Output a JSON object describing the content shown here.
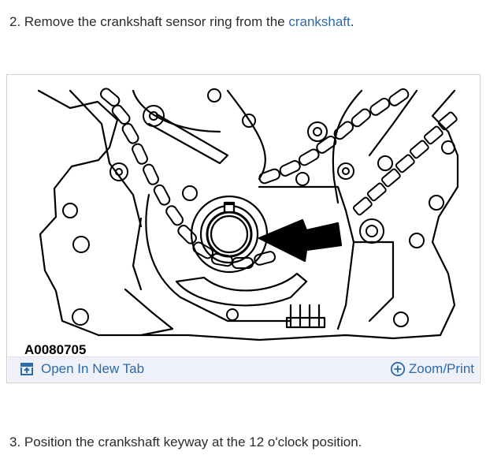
{
  "steps": {
    "step2_prefix": "2. Remove the crankshaft sensor ring from the ",
    "step2_link": "crankshaft",
    "step2_suffix": ".",
    "step3": "3. Position the crankshaft keyway at the 12 o'clock position."
  },
  "figure": {
    "code": "A0080705",
    "open_tab_label": "Open In New Tab",
    "zoom_label": "Zoom/Print",
    "icons": {
      "open": "open-new-tab-icon",
      "zoom": "zoom-plus-icon"
    }
  },
  "colors": {
    "link": "#2e69a8",
    "toolbar_bg": "#eef2f8"
  }
}
